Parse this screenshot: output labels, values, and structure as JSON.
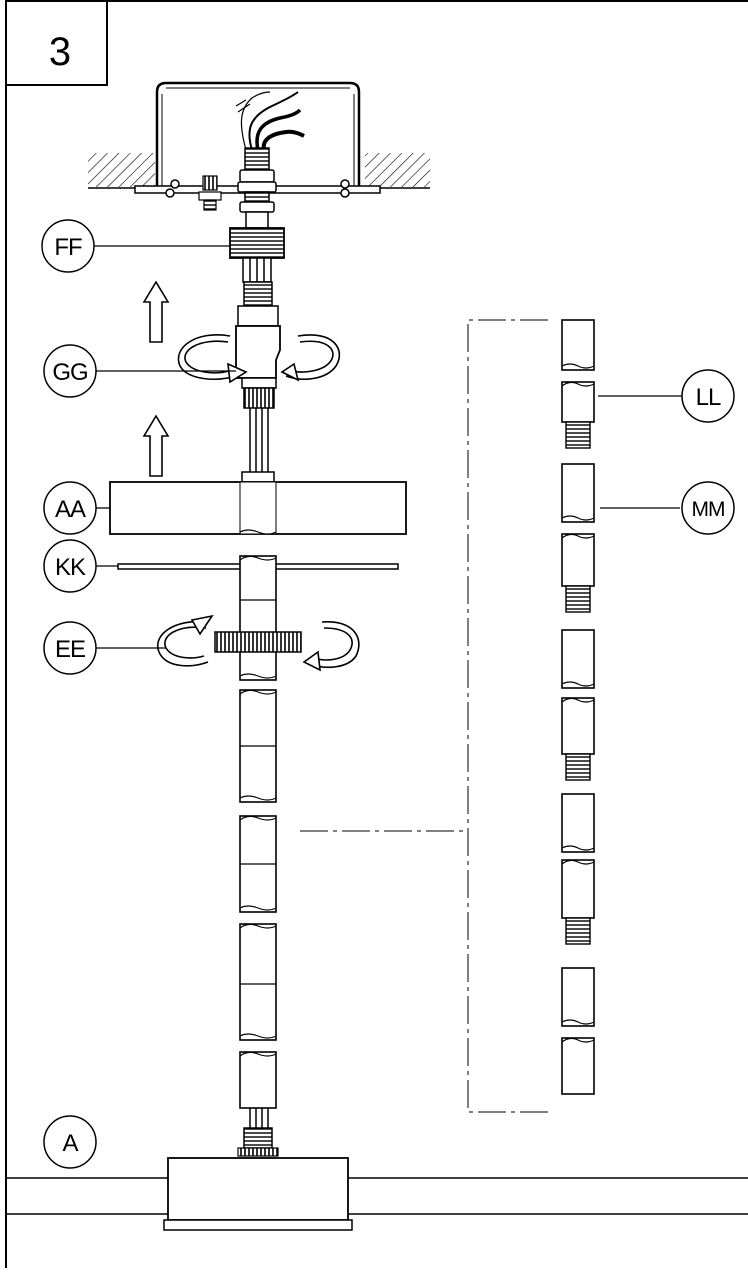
{
  "step": {
    "number": "3"
  },
  "callouts": {
    "ff": "FF",
    "gg": "GG",
    "aa": "AA",
    "kk": "KK",
    "ee": "EE",
    "ll": "LL",
    "mm": "MM",
    "a": "A"
  },
  "colors": {
    "ink": "#000000",
    "paper": "#ffffff"
  }
}
